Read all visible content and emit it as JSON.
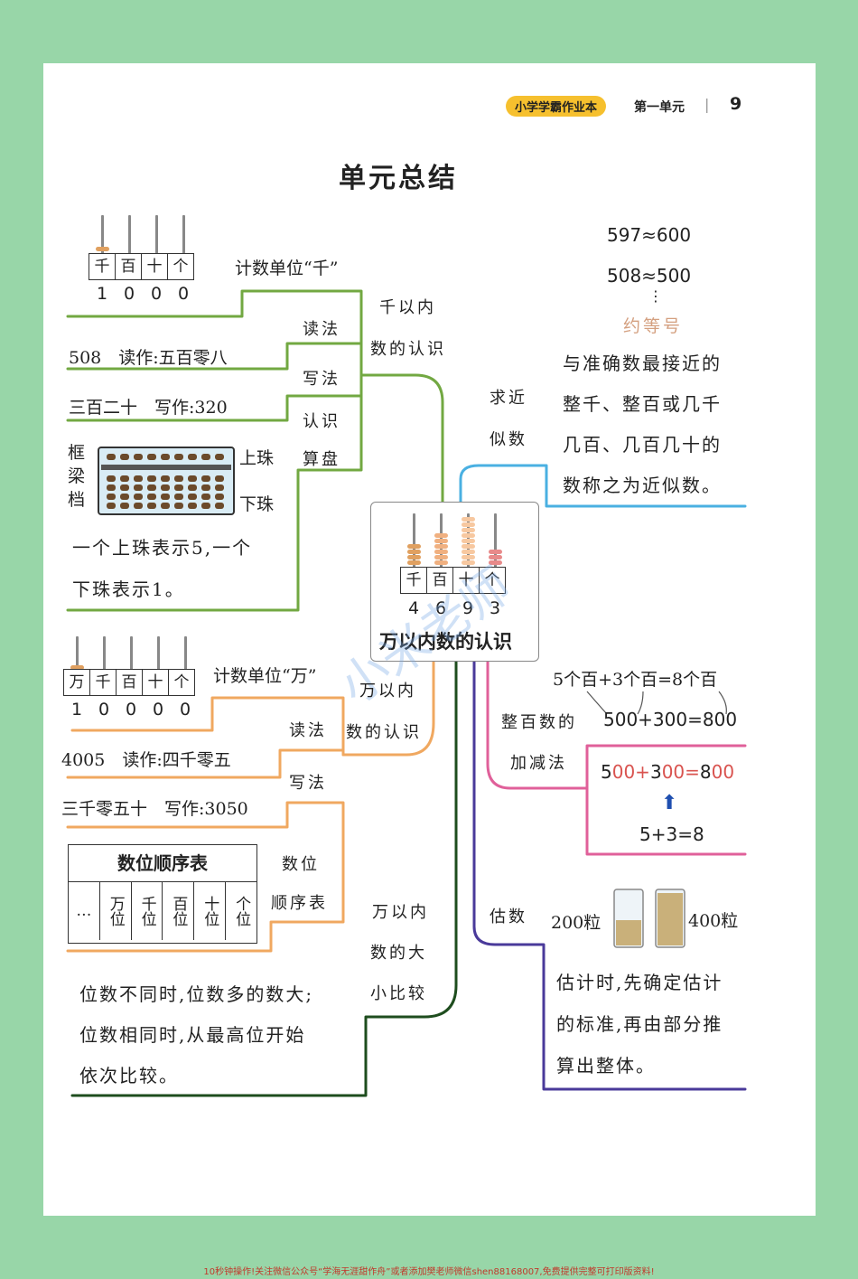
{
  "header": {
    "badge": "小学学霸作业本",
    "unit": "第一单元",
    "separator": "|",
    "page_number": "9"
  },
  "title": "单元总结",
  "center": {
    "places": [
      "千",
      "百",
      "十",
      "个"
    ],
    "digits": [
      "4",
      "6",
      "9",
      "3"
    ],
    "label": "万以内数的认识",
    "watermark": "小米老师"
  },
  "thousand": {
    "places": [
      "千",
      "百",
      "十",
      "个"
    ],
    "digits": [
      "1",
      "0",
      "0",
      "0"
    ],
    "unit_text": "计数单位“千”",
    "branch_label": [
      "千以内",
      "数的认识"
    ],
    "read_label": "读法",
    "read_example": "508　读作:五百零八",
    "write_label": "写法",
    "write_example": "三百二十　写作:320",
    "abacus_label": [
      "认识",
      "算盘"
    ],
    "frame_labels": [
      "框",
      "梁",
      "档"
    ],
    "upper_bead": "上珠",
    "lower_bead": "下珠",
    "bead_note": [
      "一个上珠表示5,一个",
      "下珠表示1。"
    ]
  },
  "tenthousand": {
    "places": [
      "万",
      "千",
      "百",
      "十",
      "个"
    ],
    "digits": [
      "1",
      "0",
      "0",
      "0",
      "0"
    ],
    "unit_text": "计数单位“万”",
    "branch_label": [
      "万以内",
      "数的认识"
    ],
    "read_label": "读法",
    "read_example": "4005　读作:四千零五",
    "write_label": "写法",
    "write_example": "三千零五十　写作:3050",
    "table_title": "数位顺序表",
    "table_cells": [
      "…",
      "万位",
      "千位",
      "百位",
      "十位",
      "个位"
    ],
    "table_label": [
      "数位",
      "顺序表"
    ]
  },
  "compare": {
    "branch_label": [
      "万以内",
      "数的大",
      "小比较"
    ],
    "text": [
      "位数不同时,位数多的数大;",
      "位数相同时,从最高位开始",
      "依次比较。"
    ]
  },
  "approx": {
    "examples": [
      "597≈600",
      "508≈500"
    ],
    "dots": "⋮",
    "sign_name": "约等号",
    "branch_label": [
      "求近",
      "似数"
    ],
    "definition": [
      "与准确数最接近的",
      "整千、整百或几千",
      "几百、几百几十的",
      "数称之为近似数。"
    ]
  },
  "addsub": {
    "branch_label": [
      "整百数的",
      "加减法"
    ],
    "line1": "5个百+3个百=8个百",
    "line2": "500+300=800",
    "box_parts": [
      "5",
      "00+",
      "3",
      "00=",
      "8",
      "00"
    ],
    "arrow": "⬆",
    "base": "5+3=8"
  },
  "estimate": {
    "branch_label": "估数",
    "left_amount": "200粒",
    "right_amount": "400粒",
    "text": [
      "估计时,先确定估计",
      "的标准,再由部分推",
      "算出整体。"
    ]
  },
  "footer": "10秒钟操作!关注微信公众号“学海无涯甜作舟”或者添加樊老师微信shen88168007,免费提供完整可打印版资料!",
  "colors": {
    "background": "#98d6a8",
    "badge": "#f6c02e",
    "thousand_branch": "#72a842",
    "tenthousand_branch": "#f0a860",
    "compare_branch": "#1e4d1e",
    "approx_branch": "#4ab0e2",
    "addsub_branch": "#e0609a",
    "estimate_branch": "#4a3a9a"
  }
}
